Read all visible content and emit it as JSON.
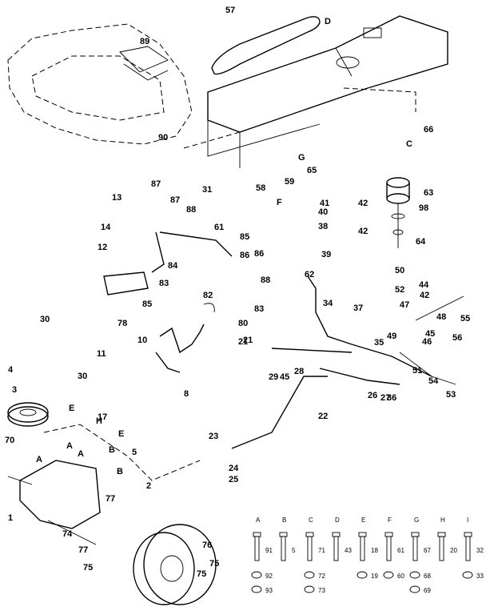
{
  "callouts": [
    "1",
    "2",
    "3",
    "4",
    "5",
    "8",
    "10",
    "11",
    "12",
    "13",
    "14",
    "17",
    "21",
    "22",
    "23",
    "24",
    "25",
    "26",
    "27",
    "28",
    "29",
    "30",
    "30",
    "31",
    "34",
    "35",
    "36",
    "37",
    "38",
    "39",
    "40",
    "41",
    "42",
    "42",
    "42",
    "44",
    "45",
    "45",
    "46",
    "47",
    "48",
    "49",
    "50",
    "51",
    "52",
    "53",
    "54",
    "55",
    "56",
    "57",
    "58",
    "59",
    "61",
    "62",
    "63",
    "64",
    "65",
    "66",
    "70",
    "77",
    "77",
    "74",
    "75",
    "75",
    "75",
    "76",
    "78",
    "80",
    "82",
    "83",
    "83",
    "84",
    "85",
    "85",
    "86",
    "86",
    "87",
    "87",
    "88",
    "88",
    "89",
    "90",
    "98",
    "21"
  ],
  "letters": [
    "D",
    "C",
    "G",
    "F",
    "A",
    "A",
    "A",
    "E",
    "H",
    "B",
    "E",
    "B"
  ],
  "legend": [
    {
      "letter": "A",
      "top": "91",
      "bottom": [
        "92",
        "93"
      ]
    },
    {
      "letter": "B",
      "top": "5",
      "bottom": []
    },
    {
      "letter": "C",
      "top": "71",
      "bottom": [
        "72",
        "73"
      ]
    },
    {
      "letter": "D",
      "top": "43",
      "bottom": []
    },
    {
      "letter": "E",
      "top": "18",
      "bottom": [
        "19"
      ]
    },
    {
      "letter": "F",
      "top": "61",
      "bottom": [
        "60"
      ]
    },
    {
      "letter": "G",
      "top": "67",
      "bottom": [
        "68",
        "69"
      ]
    },
    {
      "letter": "H",
      "top": "20",
      "bottom": []
    },
    {
      "letter": "I",
      "top": "32",
      "bottom": [
        "33"
      ]
    }
  ]
}
